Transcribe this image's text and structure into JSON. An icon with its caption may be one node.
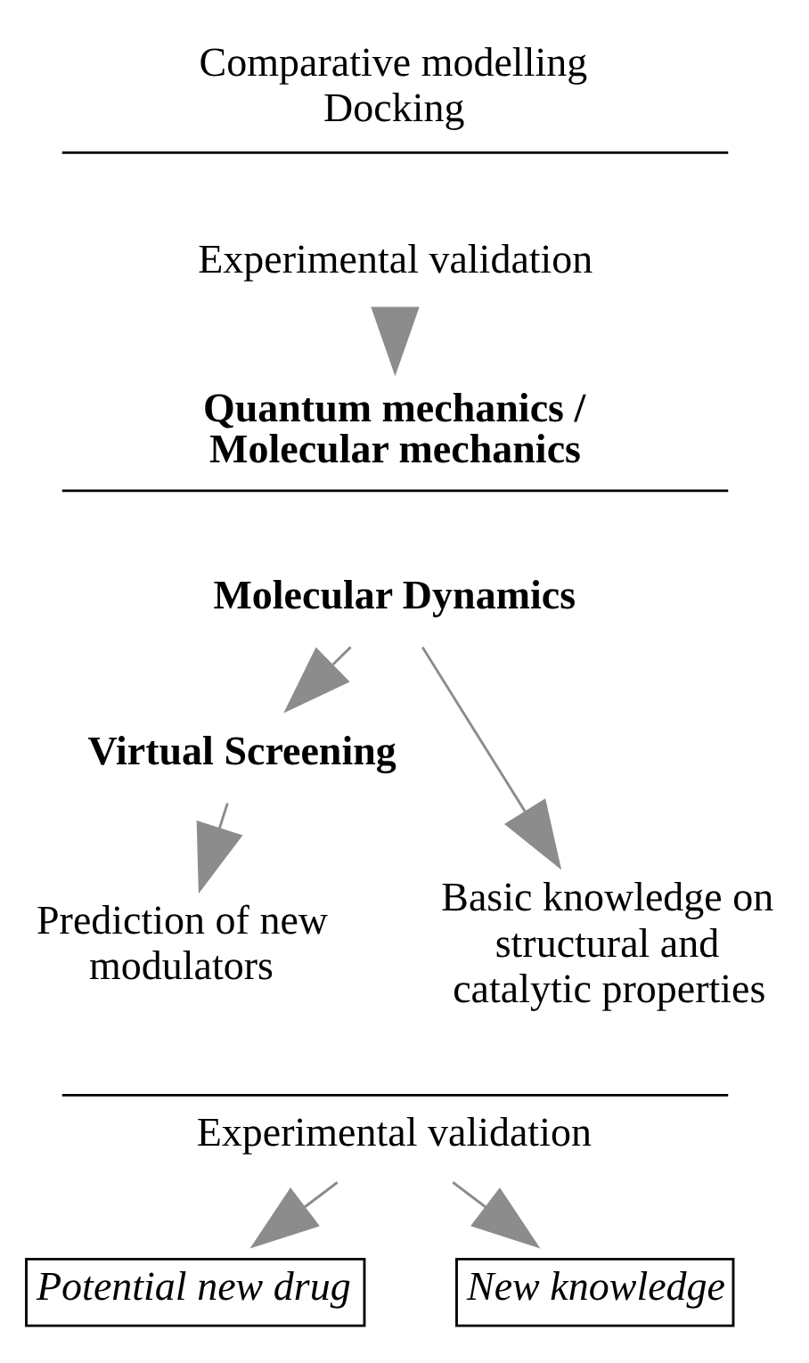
{
  "diagram": {
    "nodes": [
      {
        "text": [
          "Comparative modelling Docking"
        ]
      },
      {
        "text": [
          "Experimental validation"
        ]
      },
      {
        "text": [
          "Quantum mechanics / Molecular mechanics"
        ]
      },
      {
        "text": [
          "Molecular Dynamics"
        ]
      },
      {
        "text": [
          "Virtual Screening"
        ]
      },
      {
        "text": [
          "Prediction of new modulators"
        ]
      },
      {
        "text": [
          "Basic knowledge on structural and catalytic properties"
        ]
      },
      {
        "text": [
          "Experimental validation"
        ]
      },
      {
        "text": [
          "Potential new drug"
        ]
      },
      {
        "text": [
          "New knowledge"
        ]
      }
    ],
    "edges": [
      {
        "from": 1,
        "to": 2,
        "arrow": "to"
      },
      {
        "from": 3,
        "to": 4,
        "arrow": "to"
      },
      {
        "from": 4,
        "to": 5,
        "arrow": "to"
      },
      {
        "from": 3,
        "to": 6,
        "arrow": "to"
      },
      {
        "from": 7,
        "to": 8,
        "arrow": "to"
      },
      {
        "from": 7,
        "to": 9,
        "arrow": "to"
      }
    ]
  }
}
